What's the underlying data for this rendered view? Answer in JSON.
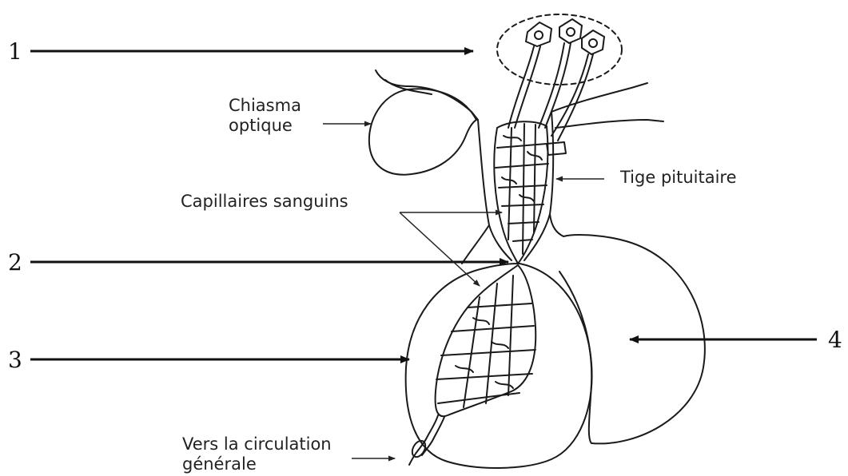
{
  "labels": {
    "chiasma_line1": "Chiasma",
    "chiasma_line2": "optique",
    "tige": "Tige pituitaire",
    "capillaires": "Capillaires sanguins",
    "vers_line1": "Vers la circulation",
    "vers_line2": "générale"
  },
  "numbers": {
    "n1": "1",
    "n2": "2",
    "n3": "3",
    "n4": "4"
  },
  "colors": {
    "ink": "#1a1a1a",
    "background": "#ffffff"
  }
}
